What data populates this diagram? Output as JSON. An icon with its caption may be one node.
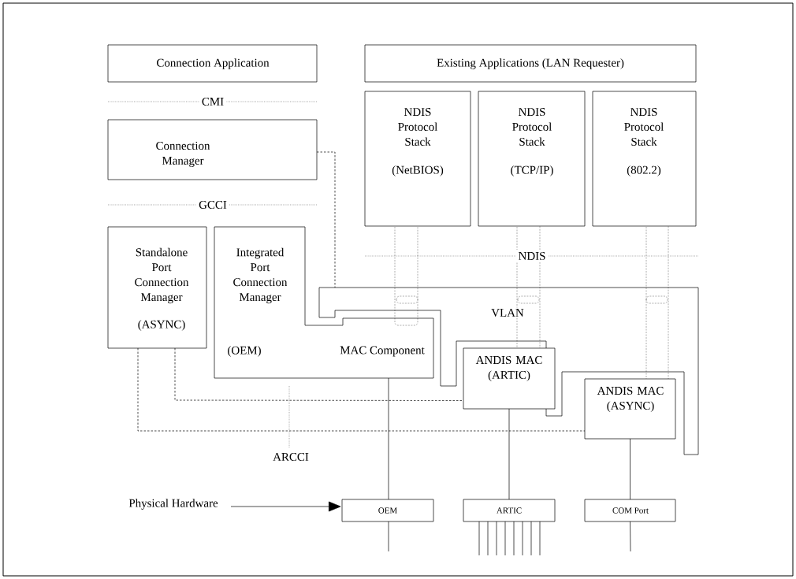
{
  "diagram": {
    "nodes": [
      {
        "text": [
          "Connection Application"
        ]
      },
      {
        "text": [
          "Existing Applications (LAN Requester)"
        ]
      },
      {
        "text": [
          "NDIS Protocol Stack",
          "(NetBIOS)"
        ]
      },
      {
        "text": [
          "NDIS Protocol Stack",
          "(TCP/IP)"
        ]
      },
      {
        "text": [
          "NDIS Protocol Stack",
          "(802.2)"
        ]
      },
      {
        "text": [
          "Connection Manager"
        ]
      },
      {
        "text": [
          "Standalone Port Connection Manager",
          "(ASYNC)"
        ]
      },
      {
        "text": [
          "Integrated Port Connection Manager",
          "(OEM)",
          "MAC Component"
        ]
      },
      {
        "text": [
          "VLAN"
        ]
      },
      {
        "text": [
          "ANDIS MAC (ARTIC)"
        ]
      },
      {
        "text": [
          "ANDIS MAC (ASYNC)"
        ]
      },
      {
        "text": [
          "Physical Hardware"
        ]
      },
      {
        "text": [
          "OEM"
        ]
      },
      {
        "text": [
          "ARTIC"
        ]
      },
      {
        "text": [
          "COM Port"
        ]
      }
    ],
    "edges": [
      {
        "from": 5,
        "to": 8,
        "arrow": "none",
        "style": "dashed"
      },
      {
        "from": 6,
        "to": 9,
        "arrow": "none",
        "style": "dashed"
      },
      {
        "from": 6,
        "to": 10,
        "arrow": "none",
        "style": "dashed"
      },
      {
        "from": 7,
        "to": 12,
        "arrow": "none"
      },
      {
        "from": 9,
        "to": 13,
        "arrow": "none"
      },
      {
        "from": 10,
        "to": 14,
        "arrow": "none"
      },
      {
        "from": 11,
        "to": 12,
        "arrow": "to"
      },
      {
        "from": 12,
        "to": null,
        "arrow": "none"
      },
      {
        "from": 14,
        "to": null,
        "arrow": "none"
      },
      {
        "from": 13,
        "to": null,
        "arrow": "none"
      },
      {
        "from": 13,
        "to": null,
        "arrow": "none"
      },
      {
        "from": 13,
        "to": null,
        "arrow": "none"
      },
      {
        "from": 13,
        "to": null,
        "arrow": "none"
      },
      {
        "from": 13,
        "to": null,
        "arrow": "none"
      },
      {
        "from": 13,
        "to": null,
        "arrow": "none"
      },
      {
        "from": 13,
        "to": null,
        "arrow": "none"
      },
      {
        "from": 13,
        "to": null,
        "arrow": "none"
      }
    ],
    "labels": [
      "CMI",
      "GCCI",
      "NDIS",
      "ARCCI"
    ]
  }
}
